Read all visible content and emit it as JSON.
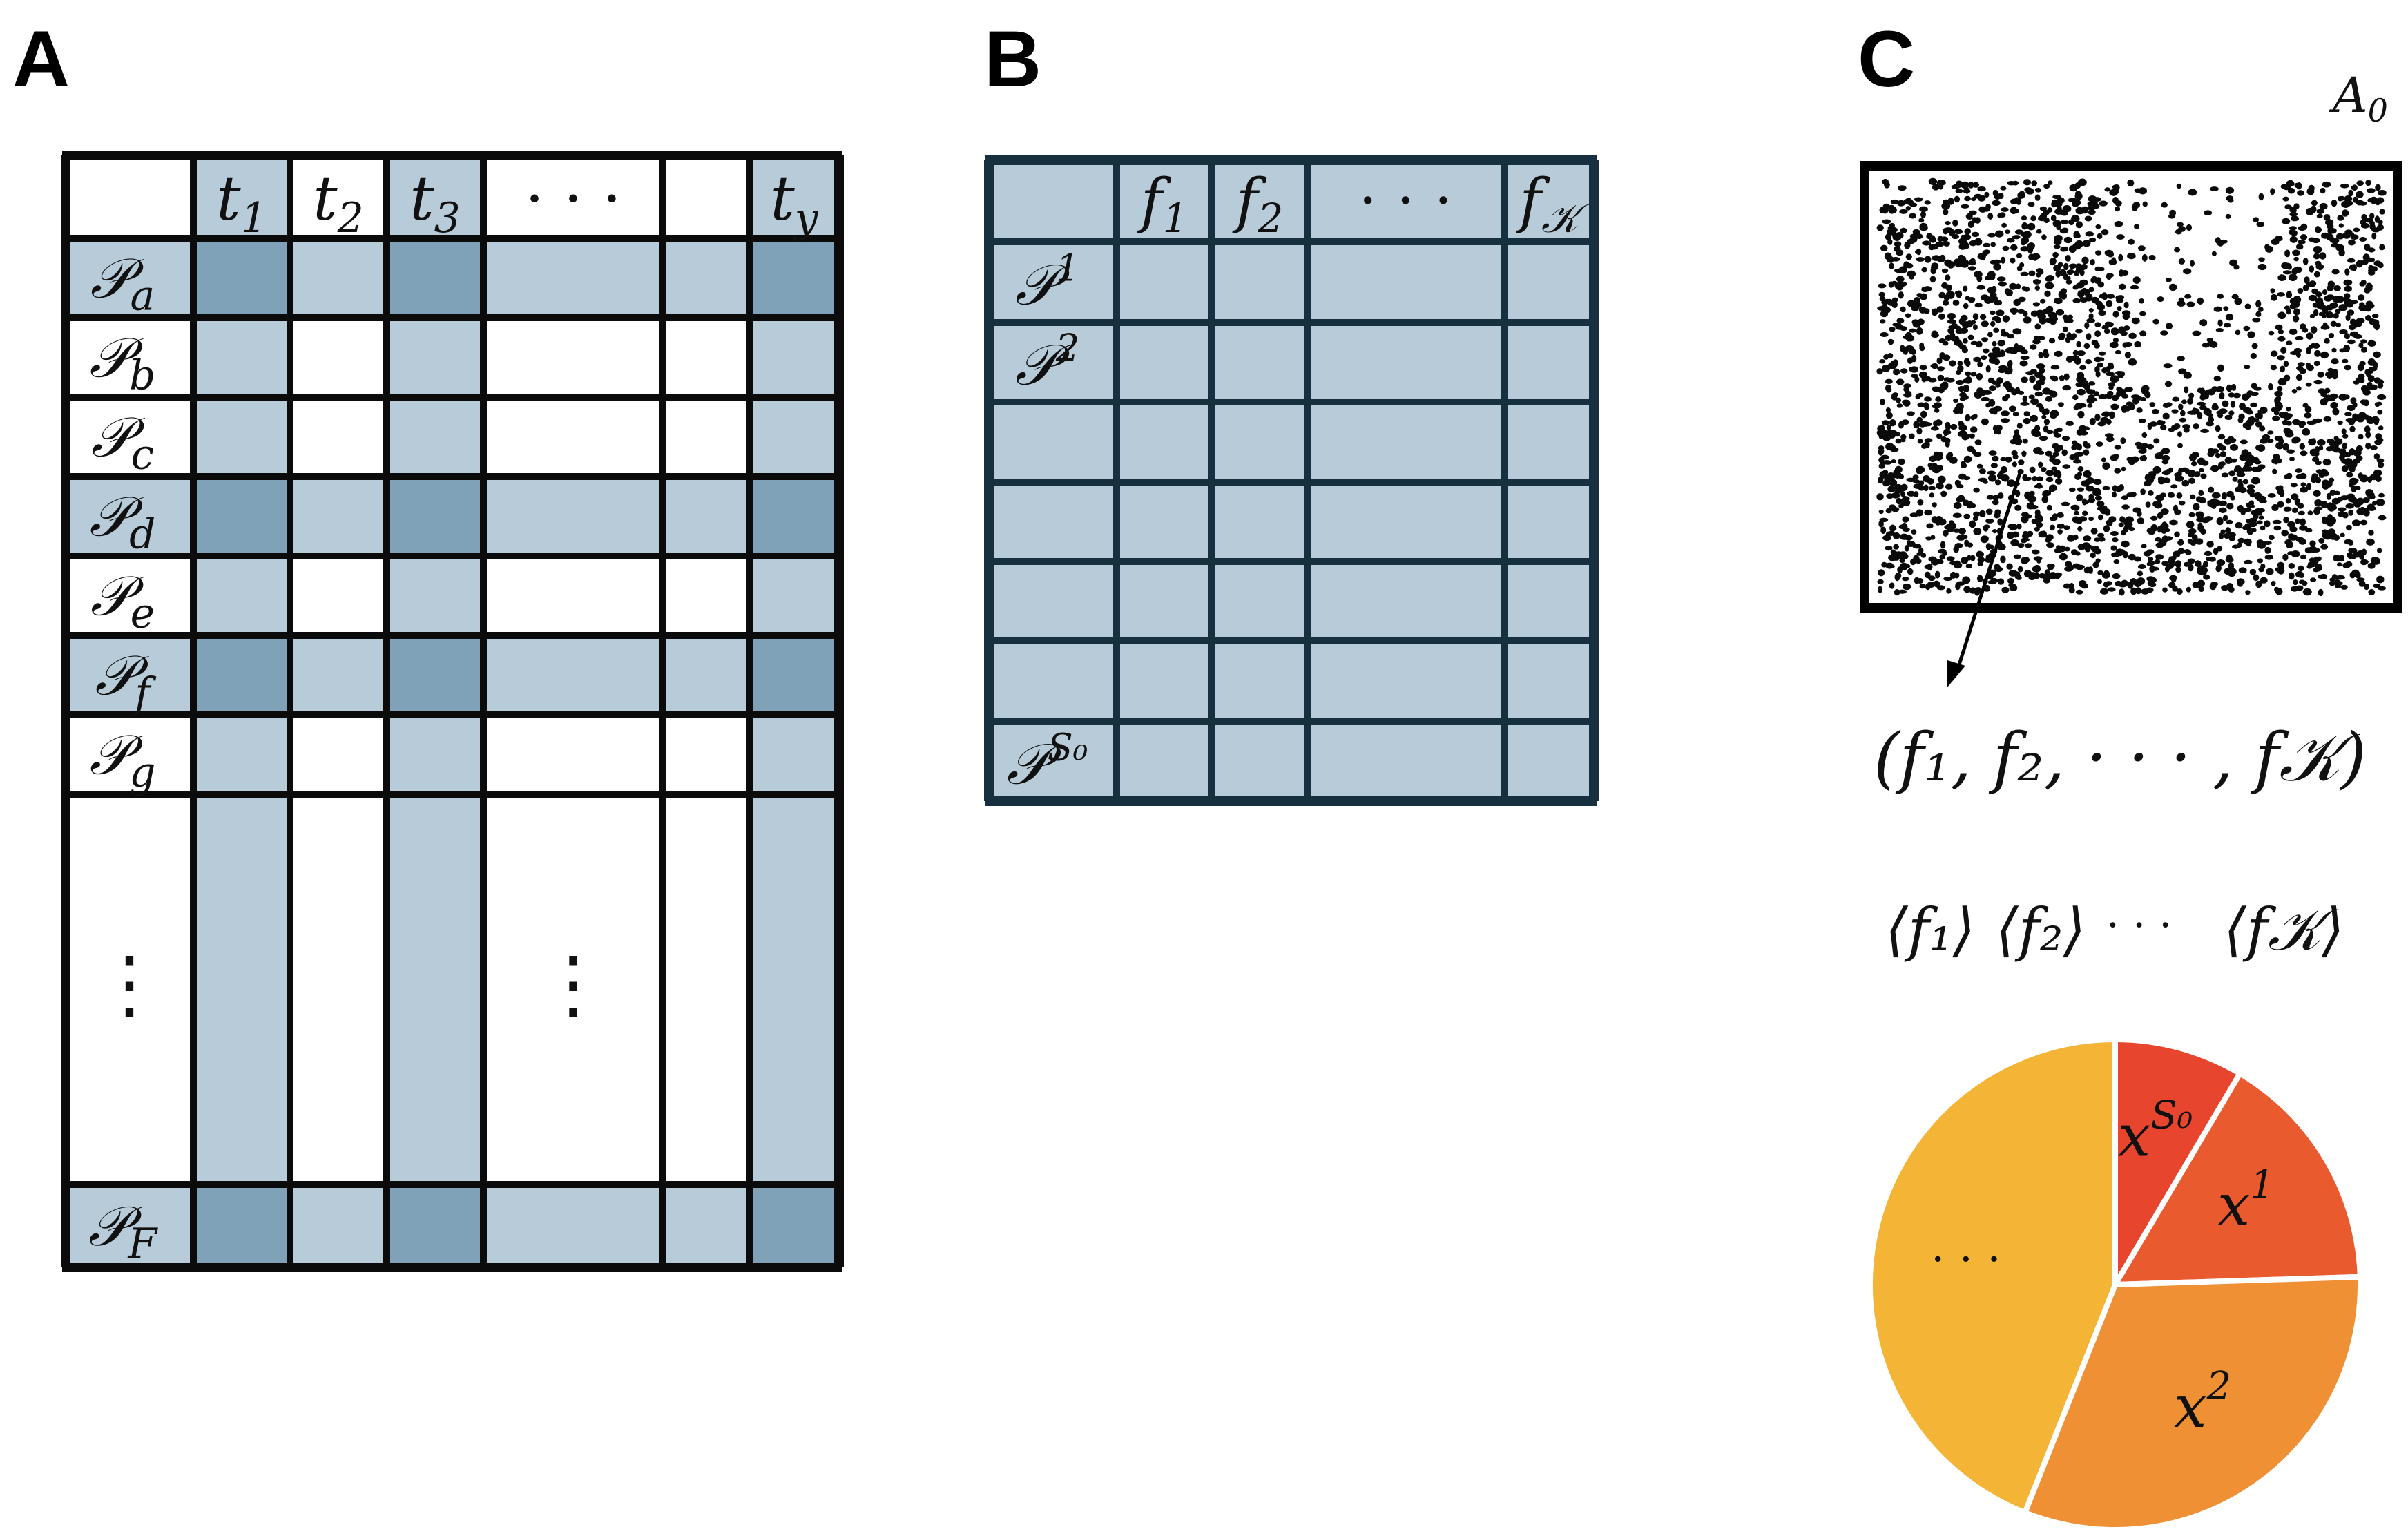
{
  "panels": {
    "a": {
      "letter": "A"
    },
    "b": {
      "letter": "B"
    },
    "c": {
      "letter": "C"
    }
  },
  "panel_a": {
    "columns": [
      {
        "label": "t",
        "sub": "1",
        "shaded": true
      },
      {
        "label": "t",
        "sub": "2",
        "shaded": false
      },
      {
        "label": "t",
        "sub": "3",
        "shaded": true
      },
      {
        "label": "· · ·",
        "sub": "",
        "shaded": false
      },
      {
        "label": "",
        "sub": "",
        "shaded": false
      },
      {
        "label": "t",
        "sub": "y",
        "shaded": true
      }
    ],
    "rows": [
      {
        "label": "𝒫",
        "sub": "a",
        "shaded": true
      },
      {
        "label": "𝒫",
        "sub": "b",
        "shaded": false
      },
      {
        "label": "𝒫",
        "sub": "c",
        "shaded": false
      },
      {
        "label": "𝒫",
        "sub": "d",
        "shaded": true
      },
      {
        "label": "𝒫",
        "sub": "e",
        "shaded": false
      },
      {
        "label": "𝒫",
        "sub": "f",
        "shaded": true
      },
      {
        "label": "𝒫",
        "sub": "g",
        "shaded": false
      },
      {
        "label": "⋮",
        "sub": "",
        "shaded": false
      },
      {
        "label": "𝒫",
        "sub": "F",
        "shaded": true
      }
    ],
    "vdots": "⋮"
  },
  "panel_b": {
    "columns": [
      {
        "label": "f",
        "sub": "1"
      },
      {
        "label": "f",
        "sub": "2"
      },
      {
        "label": "· · ·",
        "sub": ""
      },
      {
        "label": "f",
        "sub": "𝒦"
      }
    ],
    "rows": [
      {
        "label": "𝒫",
        "sup": "1"
      },
      {
        "label": "𝒫",
        "sup": "2"
      },
      {
        "label": "",
        "sup": ""
      },
      {
        "label": "",
        "sup": ""
      },
      {
        "label": "",
        "sup": ""
      },
      {
        "label": "",
        "sup": ""
      },
      {
        "label": "𝒫",
        "sup": "S₀"
      }
    ]
  },
  "panel_c": {
    "image_label": "A",
    "image_label_sub": "0",
    "feature_vector": "(f₁, f₂, · · · , f𝒦)",
    "feature_means": [
      "⟨f₁⟩",
      "⟨f₂⟩",
      "· · ·",
      "⟨f𝒦⟩"
    ],
    "pie": [
      {
        "label": "x",
        "sup": "S₀",
        "fraction": 0.085,
        "color": "#e8452e"
      },
      {
        "label": "x",
        "sup": "1",
        "fraction": 0.16,
        "color": "#ea5a2f"
      },
      {
        "label": "x",
        "sup": "2",
        "fraction": 0.315,
        "color": "#ef9035"
      },
      {
        "label": "· · ·",
        "sup": "",
        "fraction": 0.44,
        "color": "#f4b436"
      }
    ]
  },
  "colors": {
    "cell_light": "#b7cbd8",
    "cell_dark": "#7fa2b8",
    "grid_line": "#0b0b0b",
    "grid_line_b": "#16303f",
    "pie_border": "#ffffff"
  }
}
